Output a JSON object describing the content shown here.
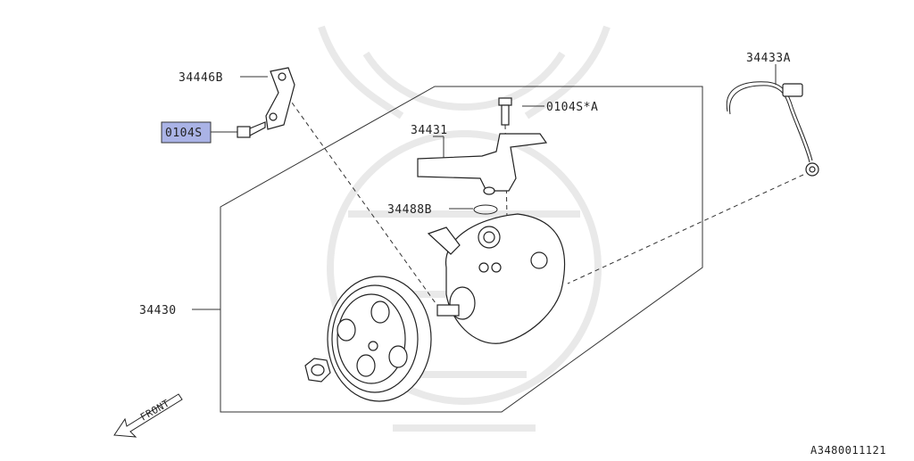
{
  "labels": {
    "bracket": "34446B",
    "bolt_highlighted": "0104S",
    "bolt_top": "0104S*A",
    "fitting": "34431",
    "oring": "34488B",
    "pump_assy": "34430",
    "sensor": "34433A",
    "front": "FRONT"
  },
  "diagram_code": "A3480011121",
  "colors": {
    "highlight": "#aab3e6",
    "line": "#333333",
    "watermark": "#e9e9e9"
  },
  "icons": {
    "front_arrow": "arrow-left-down-icon"
  }
}
